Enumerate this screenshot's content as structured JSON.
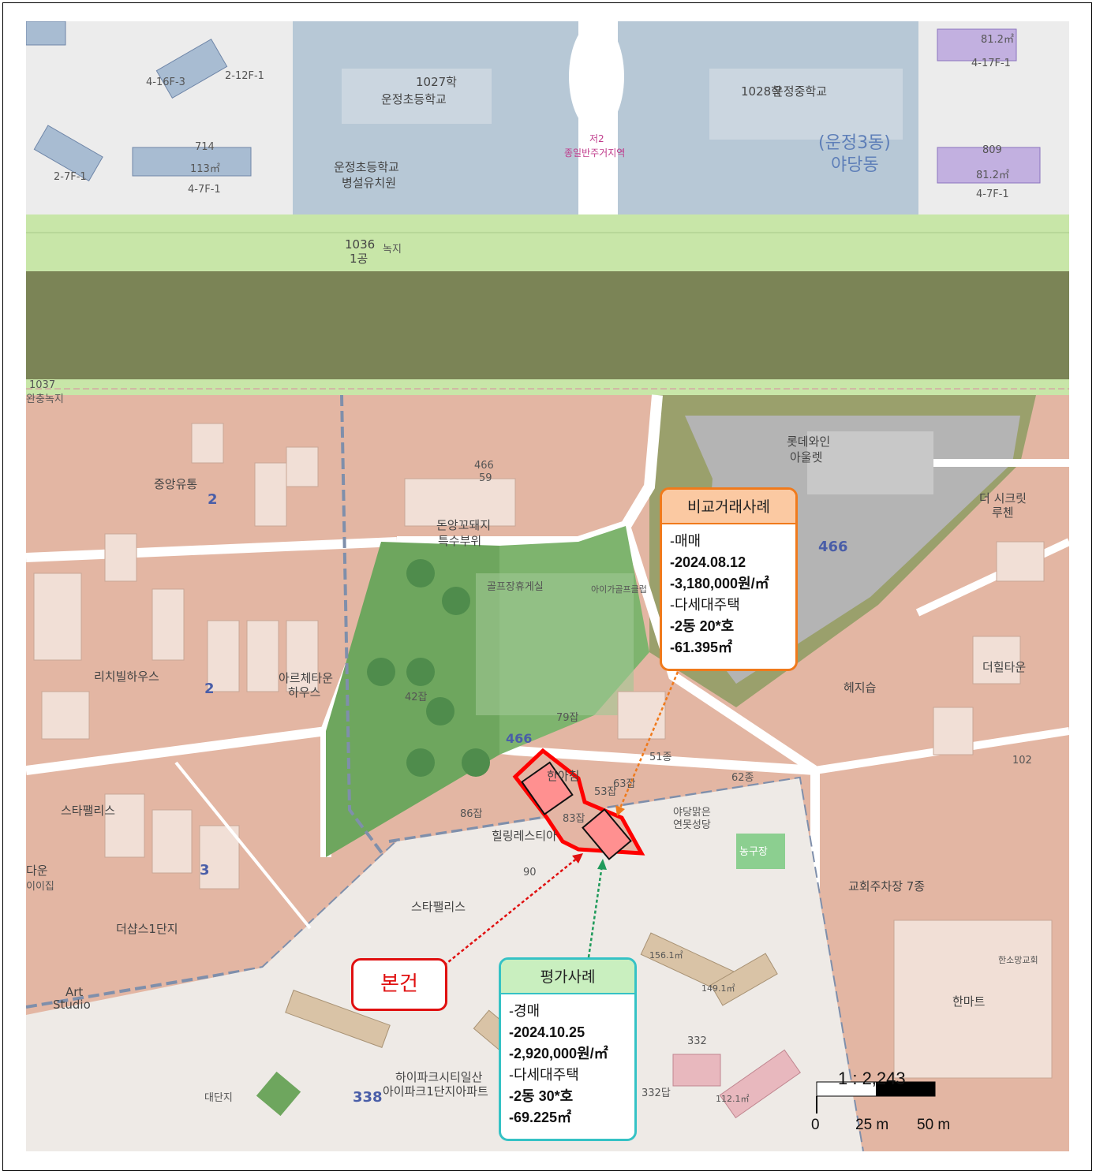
{
  "compare_case": {
    "title": "비교거래사례",
    "lines": [
      "-매매",
      "-2024.08.12",
      "-3,180,000원/㎡",
      "-다세대주택",
      "-2동 20*호",
      "-61.395㎡"
    ],
    "border_color": "#f07a1c",
    "header_color": "#fbc9a2"
  },
  "appraisal_case": {
    "title": "평가사례",
    "lines": [
      "-경매",
      "-2024.10.25",
      "-2,920,000원/㎡",
      "-다세대주택",
      "-2동 30*호",
      "-69.225㎡"
    ],
    "border_color": "#35c2c5",
    "header_color": "#c9efbf"
  },
  "subject": {
    "label": "본건",
    "color": "#e01010"
  },
  "scale": {
    "ratio": "1 : 2,243",
    "ticks": [
      "0",
      "25 m",
      "50 m"
    ]
  },
  "map_labels": {
    "school_elem": "운정초등학교",
    "school_elem_num": "1027학",
    "school_kinder_1": "운정초등학교",
    "school_kinder_2": "병설유치원",
    "school_mid": "운정중학교",
    "school_mid_num": "1028학",
    "district_1": "(운정3동)",
    "district_2": "야당동",
    "green_1": "1036",
    "green_2": "1공",
    "green_3": "녹지",
    "green_band": "1037",
    "green_band_2": "완충녹지",
    "outlet_1": "롯데와인",
    "outlet_2": "아울렛",
    "lot_466": "466",
    "lot_466_59": "466",
    "lot_466_59b": "59",
    "restaurant_1": "돈앙꼬돼지",
    "restaurant_2": "특수부위",
    "golf": "골프장휴게실",
    "golf_2": "아이가골프클럽",
    "secret": "더 시크릿",
    "secret_2": "루첸",
    "hilltown": "더힐타운",
    "herzzip": "헤지습",
    "hanah": "한아침",
    "healing": "힐링레스티아",
    "starpalace": "스타팰리스",
    "starpalace_2": "스타팰리스",
    "richville": "리치빌하우스",
    "arche_1": "아르체타운",
    "arche_2": "하우스",
    "jungang": "중앙유통",
    "church_1": "야당맑은",
    "church_2": "연못성당",
    "church_parking": "교회주차장 7종",
    "himart": "한마트",
    "hanso": "한소망교회",
    "hipark_1": "하이파크시티일산",
    "hipark_2": "아이파크1단지아파트",
    "lot_338": "338",
    "lot_332": "332",
    "lot_332b": "332답",
    "desang": "더샵스1단지",
    "art": "Art",
    "studio": "Studio",
    "dawoon": "다운",
    "dawoon_2": "이이집",
    "nonggu": "농구장",
    "daedan": "대단지",
    "num_714": "714",
    "num_809": "809",
    "area_113": "113㎡",
    "area_812": "81.2㎡",
    "area_812b": "81.2㎡",
    "area_1562": "156.1㎡",
    "area_1491": "149.1㎡",
    "area_1121": "112.1㎡",
    "dong_2": "2",
    "dong_2b": "2",
    "dong_3": "3",
    "rd_2_7f": "2-7F-1",
    "rd_4_7f": "4-7F-1",
    "rd_4_7f_b": "4-7F-1",
    "rd_2_12f": "2-12F-1",
    "rd_4_17f": "4-17F-1",
    "rd_4_16f": "4-16F-3",
    "jeosan": "저2",
    "jeosan_2": "종일반주거지역",
    "park_1": "42잡",
    "num_90": "90",
    "num_86": "86잡",
    "num_83": "83잡",
    "num_53": "53잡",
    "num_63": "63잡",
    "num_62": "62종",
    "num_51": "51종",
    "num_79": "79잡",
    "num_102": "102"
  }
}
